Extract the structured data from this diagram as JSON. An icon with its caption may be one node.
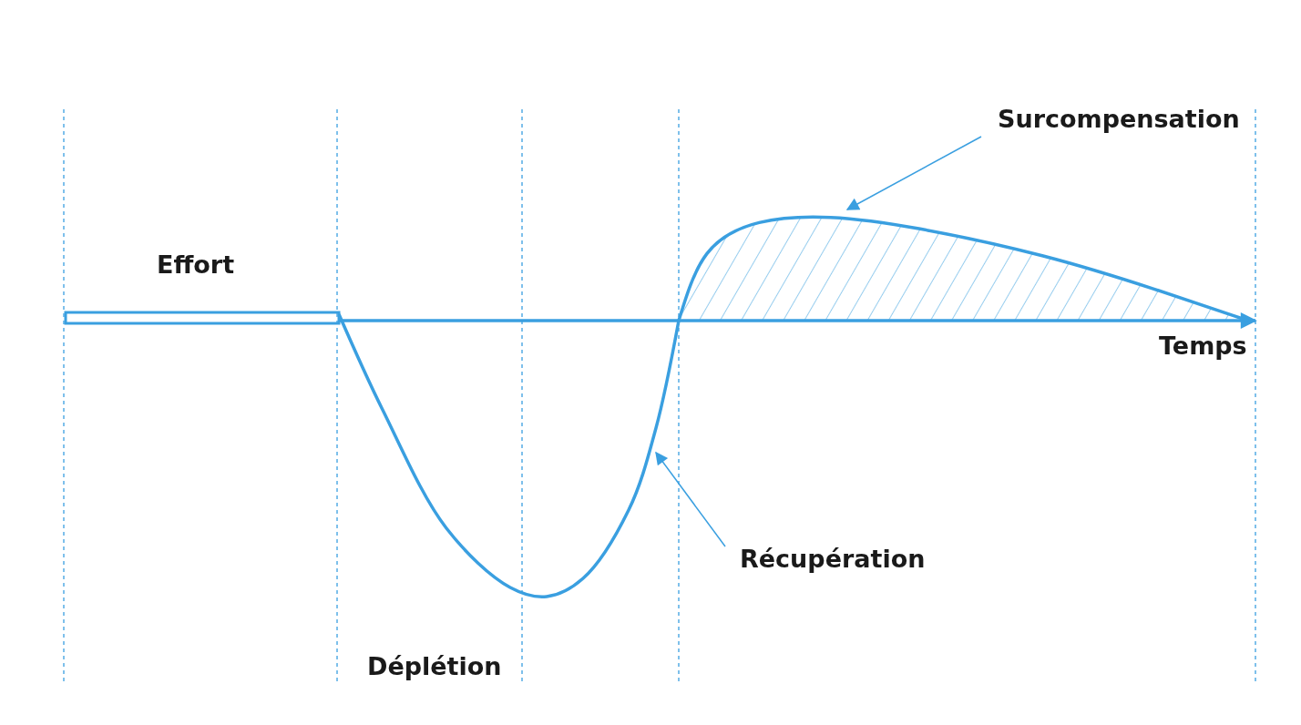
{
  "diagram": {
    "nodes": [
      {
        "text": [
          "Surcompensation"
        ]
      },
      {
        "text": [
          "Récupération"
        ]
      }
    ],
    "edges": [
      {
        "from": 0,
        "to": null,
        "arrow": "to"
      },
      {
        "from": 1,
        "to": null,
        "arrow": "to"
      }
    ],
    "labels": [
      "Effort",
      "Temps",
      "Déplétion"
    ]
  }
}
